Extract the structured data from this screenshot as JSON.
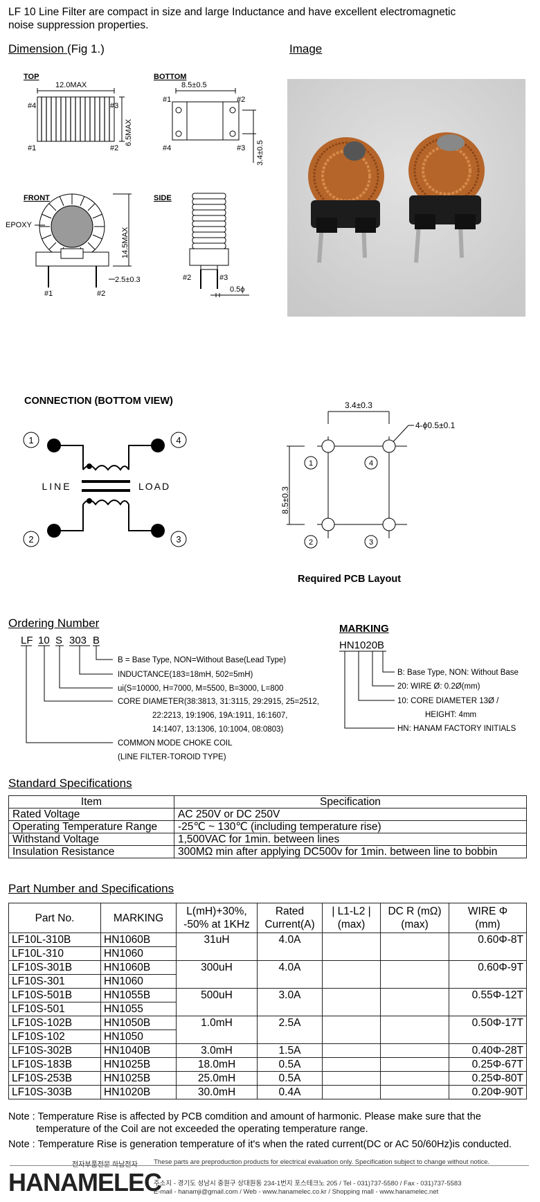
{
  "intro": {
    "line1": "LF 10 Line Filter are compact in size and large Inductance and have excellent electromagnetic",
    "line2": "noise suppression properties."
  },
  "dimension": {
    "title": "Dimension",
    "fig": "(Fig 1.)",
    "top_label": "TOP",
    "bottom_label": "BOTTOM",
    "front_label": "FRONT",
    "side_label": "SIDE",
    "top_width": "12.0MAX",
    "top_height": "6.5MAX",
    "bottom_width": "8.5±0.5",
    "bottom_pitch": "3.4±0.5",
    "front_height": "14.5MAX",
    "front_standoff": "2.5±0.3",
    "side_pin": "0.5ϕ",
    "epoxy": "EPOXY",
    "pins": [
      "#1",
      "#2",
      "#3",
      "#4"
    ]
  },
  "image_section": {
    "title": "Image"
  },
  "connection": {
    "title": "CONNECTION (BOTTOM VIEW)",
    "line": "LINE",
    "load": "LOAD",
    "nums": [
      "1",
      "2",
      "3",
      "4"
    ]
  },
  "pcb": {
    "width": "3.4±0.3",
    "height": "8.5±0.3",
    "holes": "4-ϕ0.5±0.1",
    "caption": "Required PCB Layout"
  },
  "ordering": {
    "title": "Ordering Number",
    "codes": [
      "LF",
      "10",
      "S",
      "303",
      "B"
    ],
    "lines": [
      "B = Base Type, NON=Without Base(Lead Type)",
      "INDUCTANCE(183=18mH, 502=5mH)",
      "ui(S=10000, H=7000, M=5500, B=3000, L=800",
      "CORE DIAMETER(38:3813, 31:3115, 29:2915, 25=2512,",
      "22:2213, 19:1906, 19A:1911, 16:1607,",
      "14:1407, 13:1306, 10:1004, 08:0803)",
      "COMMON MODE CHOKE COIL",
      "(LINE FILTER-TOROID TYPE)"
    ]
  },
  "marking": {
    "title": "MARKING",
    "code": "HN1020B",
    "lines": [
      "B: Base Type, NON: Without Base",
      "20: WIRE Ø: 0.2Ø(mm)",
      "10: CORE DIAMETER 13Ø /",
      "HEIGHT: 4mm",
      "HN: HANAM FACTORY INITIALS"
    ]
  },
  "standard_specs": {
    "title": "Standard Specifications",
    "headers": [
      "Item",
      "Specification"
    ],
    "rows": [
      [
        "Rated Voltage",
        "AC 250V or DC 250V"
      ],
      [
        "Operating Temperature Range",
        "-25℃ ~ 130℃ (including temperature rise)"
      ],
      [
        "Withstand Voltage",
        "1,500VAC for 1min. between lines"
      ],
      [
        "Insulation Resistance",
        "300MΩ min after applying DC500v for 1min. between line to bobbin"
      ]
    ]
  },
  "parts": {
    "title": "Part Number and Specifications",
    "headers": {
      "part_no": "Part No.",
      "marking": "MARKING",
      "l1": "L(mH)+30%,",
      "l2": "-50% at 1KHz",
      "rated1": "Rated",
      "rated2": "Current(A)",
      "diff1": "| L1-L2 |",
      "diff2": "(max)",
      "dcr1": "DC R (mΩ)",
      "dcr2": "(max)",
      "wire1": "WIRE Φ",
      "wire2": "(mm)"
    },
    "groups": [
      {
        "rows": [
          [
            "LF10L-310B",
            "HN1060B"
          ],
          [
            "LF10L-310",
            "HN1060"
          ]
        ],
        "l": "31uH",
        "current": "4.0A",
        "wire": "0.60Φ-8T"
      },
      {
        "rows": [
          [
            "LF10S-301B",
            "HN1060B"
          ],
          [
            "LF10S-301",
            "HN1060"
          ]
        ],
        "l": "300uH",
        "current": "4.0A",
        "wire": "0.60Φ-9T"
      },
      {
        "rows": [
          [
            "LF10S-501B",
            "HN1055B"
          ],
          [
            "LF10S-501",
            "HN1055"
          ]
        ],
        "l": "500uH",
        "current": "3.0A",
        "wire": "0.55Φ-12T"
      },
      {
        "rows": [
          [
            "LF10S-102B",
            "HN1050B"
          ],
          [
            "LF10S-102",
            "HN1050"
          ]
        ],
        "l": "1.0mH",
        "current": "2.5A",
        "wire": "0.50Φ-17T"
      },
      {
        "rows": [
          [
            "LF10S-302B",
            "HN1040B"
          ]
        ],
        "l": "3.0mH",
        "current": "1.5A",
        "wire": "0.40Φ-28T"
      },
      {
        "rows": [
          [
            "LF10S-183B",
            "HN1025B"
          ]
        ],
        "l": "18.0mH",
        "current": "0.5A",
        "wire": "0.25Φ-67T"
      },
      {
        "rows": [
          [
            "LF10S-253B",
            "HN1025B"
          ]
        ],
        "l": "25.0mH",
        "current": "0.5A",
        "wire": "0.25Φ-80T"
      },
      {
        "rows": [
          [
            "LF10S-303B",
            "HN1020B"
          ]
        ],
        "l": "30.0mH",
        "current": "0.4A",
        "wire": "0.20Φ-90T"
      }
    ]
  },
  "notes": {
    "note1a": "Note : Temperature Rise is affected by PCB comdition and amount of harmonic. Please make sure that the",
    "note1b": "temperature of the Coil are not exceeded the operating temperature range.",
    "note2": "Note : Temperature Rise is generation temperature of it's when the rated current(DC or AC 50/60Hz)is conducted."
  },
  "footer": {
    "logo": "HANAMELEC",
    "korean_tag": "전자부품전문 하남전자",
    "disclaimer": "These parts are preproduction products for electrical evaluation only. Specification subject to change without notice.",
    "address": "주소지 - 경기도 성남시 중원구 상대원동 234-1번지 포스테크노 205  /  Tel - 031)737-5580  /  Fax - 031)737-5583",
    "contact": "E-mail - hanamji@gmail.com  /  Web - www.hanamelec.co.kr  /  Shopping mall - www.hanamelec.net"
  },
  "colors": {
    "copper": "#b5652a",
    "bobbin": "#1c1c1c",
    "photo_bg": "#d6d6d6"
  }
}
